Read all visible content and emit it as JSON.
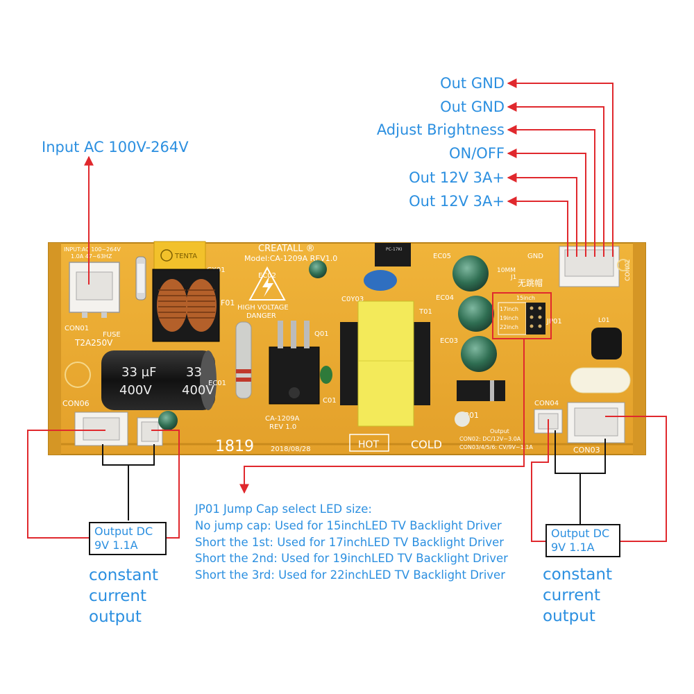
{
  "output_pins": [
    "Out GND",
    "Out GND",
    "Adjust Brightness",
    "ON/OFF",
    "Out 12V 3A+",
    "Out 12V 3A+"
  ],
  "input_label": "Input AC 100V-264V",
  "left_output": {
    "line1": "Output DC",
    "line2": "9V 1.1A"
  },
  "right_output": {
    "line1": "Output DC",
    "line2": "9V 1.1A"
  },
  "constant_current": [
    "constant",
    "current",
    "output"
  ],
  "jumper_note": {
    "title": "JP01 Jump Cap select LED size:",
    "lines": [
      "No jump cap: Used for 15inchLED TV Backlight Driver",
      "Short the 1st: Used for 17inchLED TV Backlight Driver",
      "Short the 2nd: Used for 19inchLED TV Backlight Driver",
      "Short the 3rd: Used for 22inchLED TV Backlight Driver"
    ]
  },
  "board": {
    "brand": "CREATALL ®",
    "model": "Model:CA-1209A REV1.0",
    "input_silk": "INPUT:AC 100~264V",
    "input_silk2": "1.0A 47~63HZ",
    "fuse": "FUSE",
    "fuse_rating": "T2A250V",
    "con01": "CON01",
    "con06": "CON06",
    "cx01": "CX01",
    "f01": "F01",
    "ec02": "EC02",
    "hv1": "HIGH VOLTAGE",
    "hv2": "DANGER",
    "q01": "Q01",
    "c0y03": "C0Y03",
    "t01": "T01",
    "ec05": "EC05",
    "ec04": "EC04",
    "ec03": "EC03",
    "c01": "C01",
    "db01": "DB01",
    "cap_value": "33 µF",
    "cap_voltage": "400V",
    "cap2_value": "33",
    "cap2_voltage": "400V",
    "ec01": "EC01",
    "date_code": "1819",
    "model2": "CA-1209A",
    "rev": "REV 1.0",
    "date": "2018/08/28",
    "hot": "HOT",
    "cold": "COLD",
    "output_silk1": "Output",
    "output_silk2": "CON02: DC/12V~3.0A",
    "output_silk3": "CON03/4/5/6: CV/9V~1.1A",
    "con04": "CON04",
    "con03": "CON03",
    "con02": "CON02",
    "gnd": "GND",
    "j1": "J1",
    "10mm": "10MM",
    "wu_tiao": "无跳帽",
    "jp01": "JP01",
    "jp_15": "15inch",
    "jp_17": "17inch",
    "jp_19": "19inch",
    "jp_22": "22inch",
    "l01": "L01",
    "tenta": "TENTA",
    "pc817": "PC-17KI"
  },
  "colors": {
    "board": "#e8a832",
    "board_edge": "#c98a1c",
    "label_blue": "#2b8fe0",
    "arrow_red": "#e0282d"
  }
}
